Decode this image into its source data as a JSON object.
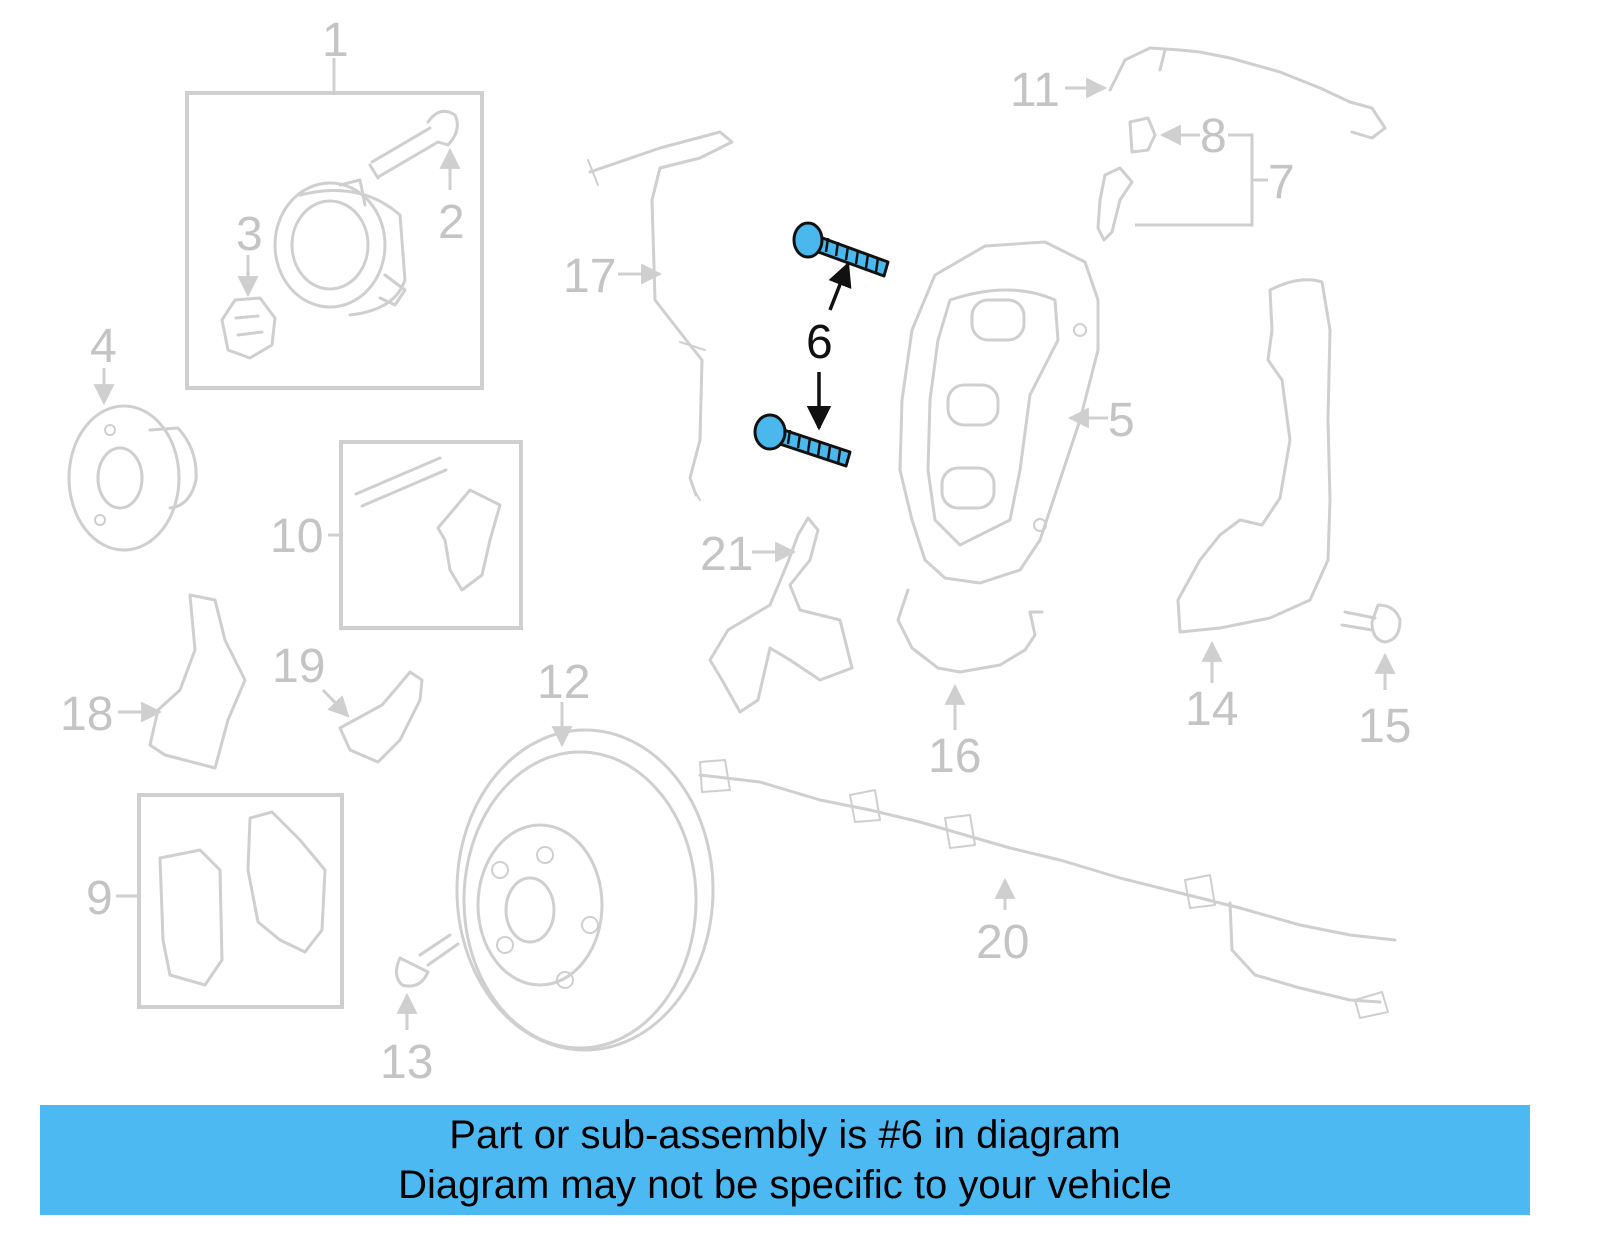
{
  "callouts": {
    "c1": "1",
    "c2": "2",
    "c3": "3",
    "c4": "4",
    "c5": "5",
    "c6": "6",
    "c7": "7",
    "c8": "8",
    "c9": "9",
    "c10": "10",
    "c11": "11",
    "c12": "12",
    "c13": "13",
    "c14": "14",
    "c15": "15",
    "c16": "16",
    "c17": "17",
    "c18": "18",
    "c19": "19",
    "c20": "20",
    "c21": "21"
  },
  "highlighted_part": "6",
  "colors": {
    "highlight": "#4ab8ec",
    "banner": "#4db9f2",
    "faded": "#cfcfcf"
  },
  "banner": {
    "line1": "Part or sub-assembly is #6 in diagram",
    "line2": "Diagram may not be specific to your vehicle"
  }
}
